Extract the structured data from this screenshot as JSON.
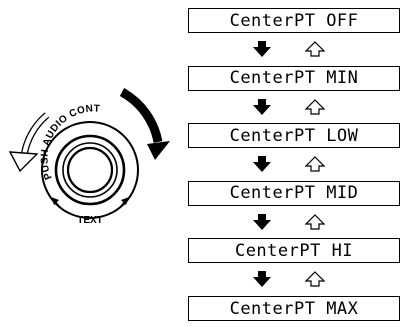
{
  "knob": {
    "upper_label": "PUSH AUDIO CONT",
    "lower_label": "TEXT"
  },
  "modes": [
    "CenterPT OFF",
    "CenterPT MIN",
    "CenterPT LOW",
    "CenterPT MID",
    "CenterPT HI",
    "CenterPT MAX"
  ],
  "colors": {
    "line": "#000000",
    "background": "#ffffff"
  },
  "icons": {
    "forward": "black-down-arrow-icon",
    "reverse": "white-up-arrow-icon"
  }
}
